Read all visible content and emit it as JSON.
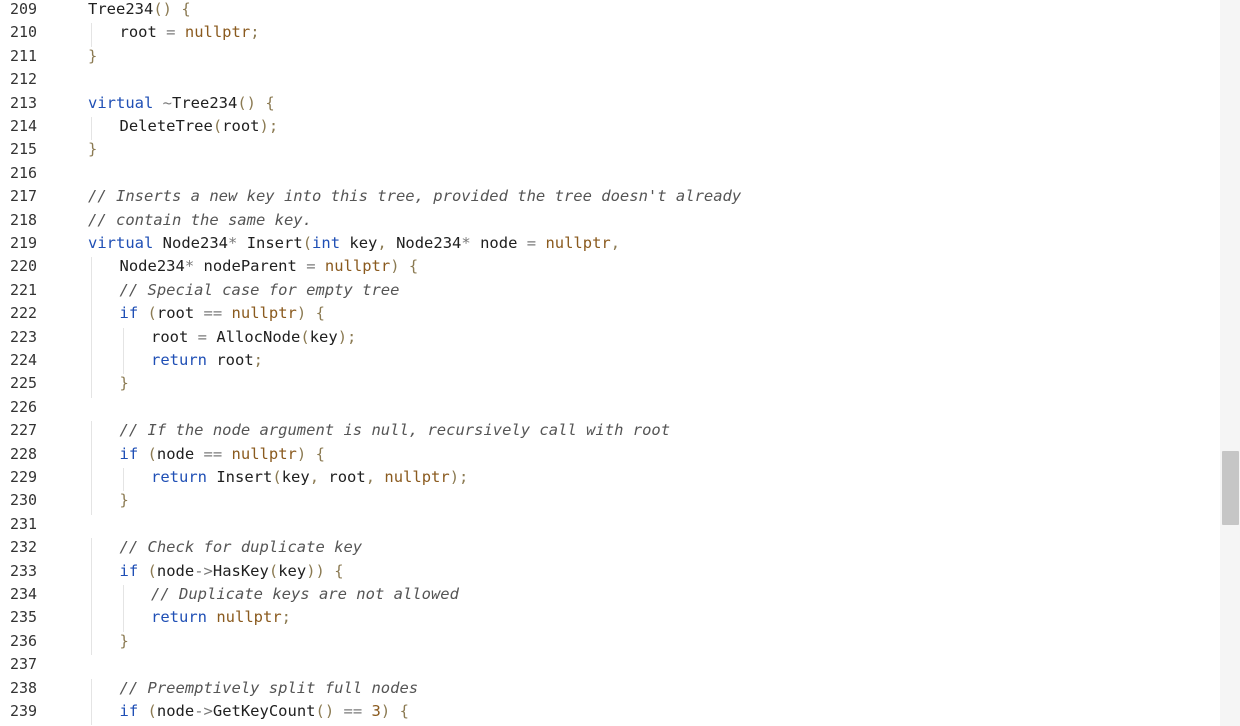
{
  "editor": {
    "first_line_number": 209,
    "colors": {
      "keyword": "#1f4fb5",
      "identifier": "#202020",
      "punctuation": "#8b7a52",
      "operator": "#7a7a7a",
      "literal": "#8a5a1e",
      "comment": "#555555",
      "line_number": "#333333",
      "background": "#ffffff",
      "scrollbar_track": "#f5f5f5",
      "scrollbar_thumb": "#c6c6c6"
    },
    "lines": [
      {
        "n": "209",
        "indent": 0,
        "tokens": [
          [
            "Tree234",
            "fn"
          ],
          [
            "()",
            "pu"
          ],
          [
            " ",
            ""
          ],
          [
            "{",
            "pu"
          ]
        ]
      },
      {
        "n": "210",
        "indent": 1,
        "tokens": [
          [
            "root",
            "id"
          ],
          [
            " ",
            ""
          ],
          [
            "=",
            "op"
          ],
          [
            " ",
            ""
          ],
          [
            "nullptr",
            "lit"
          ],
          [
            ";",
            "pu"
          ]
        ]
      },
      {
        "n": "211",
        "indent": 0,
        "tokens": [
          [
            "}",
            "pu"
          ]
        ]
      },
      {
        "n": "212",
        "indent": 0,
        "tokens": []
      },
      {
        "n": "213",
        "indent": 0,
        "tokens": [
          [
            "virtual",
            "kw"
          ],
          [
            " ",
            ""
          ],
          [
            "~",
            "op"
          ],
          [
            "Tree234",
            "fn"
          ],
          [
            "()",
            "pu"
          ],
          [
            " ",
            ""
          ],
          [
            "{",
            "pu"
          ]
        ]
      },
      {
        "n": "214",
        "indent": 1,
        "tokens": [
          [
            "DeleteTree",
            "fn"
          ],
          [
            "(",
            "pu"
          ],
          [
            "root",
            "id"
          ],
          [
            ");",
            "pu"
          ]
        ]
      },
      {
        "n": "215",
        "indent": 0,
        "tokens": [
          [
            "}",
            "pu"
          ]
        ]
      },
      {
        "n": "216",
        "indent": 0,
        "tokens": []
      },
      {
        "n": "217",
        "indent": 0,
        "tokens": [
          [
            "// Inserts a new key into this tree, provided the tree doesn't already",
            "cm"
          ]
        ]
      },
      {
        "n": "218",
        "indent": 0,
        "tokens": [
          [
            "// contain the same key.",
            "cm"
          ]
        ]
      },
      {
        "n": "219",
        "indent": 0,
        "tokens": [
          [
            "virtual",
            "kw"
          ],
          [
            " ",
            ""
          ],
          [
            "Node234",
            "id"
          ],
          [
            "*",
            "op"
          ],
          [
            " ",
            ""
          ],
          [
            "Insert",
            "fn"
          ],
          [
            "(",
            "pu"
          ],
          [
            "int",
            "kw"
          ],
          [
            " ",
            ""
          ],
          [
            "key",
            "id"
          ],
          [
            ",",
            "pu"
          ],
          [
            " ",
            ""
          ],
          [
            "Node234",
            "id"
          ],
          [
            "*",
            "op"
          ],
          [
            " ",
            ""
          ],
          [
            "node",
            "id"
          ],
          [
            " ",
            ""
          ],
          [
            "=",
            "op"
          ],
          [
            " ",
            ""
          ],
          [
            "nullptr",
            "lit"
          ],
          [
            ",",
            "pu"
          ]
        ]
      },
      {
        "n": "220",
        "indent": 1,
        "tokens": [
          [
            "Node234",
            "id"
          ],
          [
            "*",
            "op"
          ],
          [
            " ",
            ""
          ],
          [
            "nodeParent",
            "id"
          ],
          [
            " ",
            ""
          ],
          [
            "=",
            "op"
          ],
          [
            " ",
            ""
          ],
          [
            "nullptr",
            "lit"
          ],
          [
            ")",
            "pu"
          ],
          [
            " ",
            ""
          ],
          [
            "{",
            "pu"
          ]
        ]
      },
      {
        "n": "221",
        "indent": 1,
        "tokens": [
          [
            "// Special case for empty tree",
            "cm"
          ]
        ]
      },
      {
        "n": "222",
        "indent": 1,
        "tokens": [
          [
            "if",
            "kw"
          ],
          [
            " ",
            ""
          ],
          [
            "(",
            "pu"
          ],
          [
            "root",
            "id"
          ],
          [
            " ",
            ""
          ],
          [
            "==",
            "op"
          ],
          [
            " ",
            ""
          ],
          [
            "nullptr",
            "lit"
          ],
          [
            ")",
            "pu"
          ],
          [
            " ",
            ""
          ],
          [
            "{",
            "pu"
          ]
        ]
      },
      {
        "n": "223",
        "indent": 2,
        "tokens": [
          [
            "root",
            "id"
          ],
          [
            " ",
            ""
          ],
          [
            "=",
            "op"
          ],
          [
            " ",
            ""
          ],
          [
            "AllocNode",
            "fn"
          ],
          [
            "(",
            "pu"
          ],
          [
            "key",
            "id"
          ],
          [
            ");",
            "pu"
          ]
        ]
      },
      {
        "n": "224",
        "indent": 2,
        "tokens": [
          [
            "return",
            "kw"
          ],
          [
            " ",
            ""
          ],
          [
            "root",
            "id"
          ],
          [
            ";",
            "pu"
          ]
        ]
      },
      {
        "n": "225",
        "indent": 1,
        "tokens": [
          [
            "}",
            "pu"
          ]
        ]
      },
      {
        "n": "226",
        "indent": 0,
        "tokens": []
      },
      {
        "n": "227",
        "indent": 1,
        "tokens": [
          [
            "// If the node argument is null, recursively call with root",
            "cm"
          ]
        ]
      },
      {
        "n": "228",
        "indent": 1,
        "tokens": [
          [
            "if",
            "kw"
          ],
          [
            " ",
            ""
          ],
          [
            "(",
            "pu"
          ],
          [
            "node",
            "id"
          ],
          [
            " ",
            ""
          ],
          [
            "==",
            "op"
          ],
          [
            " ",
            ""
          ],
          [
            "nullptr",
            "lit"
          ],
          [
            ")",
            "pu"
          ],
          [
            " ",
            ""
          ],
          [
            "{",
            "pu"
          ]
        ]
      },
      {
        "n": "229",
        "indent": 2,
        "tokens": [
          [
            "return",
            "kw"
          ],
          [
            " ",
            ""
          ],
          [
            "Insert",
            "fn"
          ],
          [
            "(",
            "pu"
          ],
          [
            "key",
            "id"
          ],
          [
            ",",
            "pu"
          ],
          [
            " ",
            ""
          ],
          [
            "root",
            "id"
          ],
          [
            ",",
            "pu"
          ],
          [
            " ",
            ""
          ],
          [
            "nullptr",
            "lit"
          ],
          [
            ");",
            "pu"
          ]
        ]
      },
      {
        "n": "230",
        "indent": 1,
        "tokens": [
          [
            "}",
            "pu"
          ]
        ]
      },
      {
        "n": "231",
        "indent": 0,
        "tokens": []
      },
      {
        "n": "232",
        "indent": 1,
        "tokens": [
          [
            "// Check for duplicate key",
            "cm"
          ]
        ]
      },
      {
        "n": "233",
        "indent": 1,
        "tokens": [
          [
            "if",
            "kw"
          ],
          [
            " ",
            ""
          ],
          [
            "(",
            "pu"
          ],
          [
            "node",
            "id"
          ],
          [
            "->",
            "op"
          ],
          [
            "HasKey",
            "fn"
          ],
          [
            "(",
            "pu"
          ],
          [
            "key",
            "id"
          ],
          [
            "))",
            "pu"
          ],
          [
            " ",
            ""
          ],
          [
            "{",
            "pu"
          ]
        ]
      },
      {
        "n": "234",
        "indent": 2,
        "tokens": [
          [
            "// Duplicate keys are not allowed",
            "cm"
          ]
        ]
      },
      {
        "n": "235",
        "indent": 2,
        "tokens": [
          [
            "return",
            "kw"
          ],
          [
            " ",
            ""
          ],
          [
            "nullptr",
            "lit"
          ],
          [
            ";",
            "pu"
          ]
        ]
      },
      {
        "n": "236",
        "indent": 1,
        "tokens": [
          [
            "}",
            "pu"
          ]
        ]
      },
      {
        "n": "237",
        "indent": 0,
        "tokens": []
      },
      {
        "n": "238",
        "indent": 1,
        "tokens": [
          [
            "// Preemptively split full nodes",
            "cm"
          ]
        ]
      },
      {
        "n": "239",
        "indent": 1,
        "tokens": [
          [
            "if",
            "kw"
          ],
          [
            " ",
            ""
          ],
          [
            "(",
            "pu"
          ],
          [
            "node",
            "id"
          ],
          [
            "->",
            "op"
          ],
          [
            "GetKeyCount",
            "fn"
          ],
          [
            "()",
            "pu"
          ],
          [
            " ",
            ""
          ],
          [
            "==",
            "op"
          ],
          [
            " ",
            ""
          ],
          [
            "3",
            "num"
          ],
          [
            ")",
            "pu"
          ],
          [
            " ",
            ""
          ],
          [
            "{",
            "pu"
          ]
        ]
      }
    ]
  }
}
